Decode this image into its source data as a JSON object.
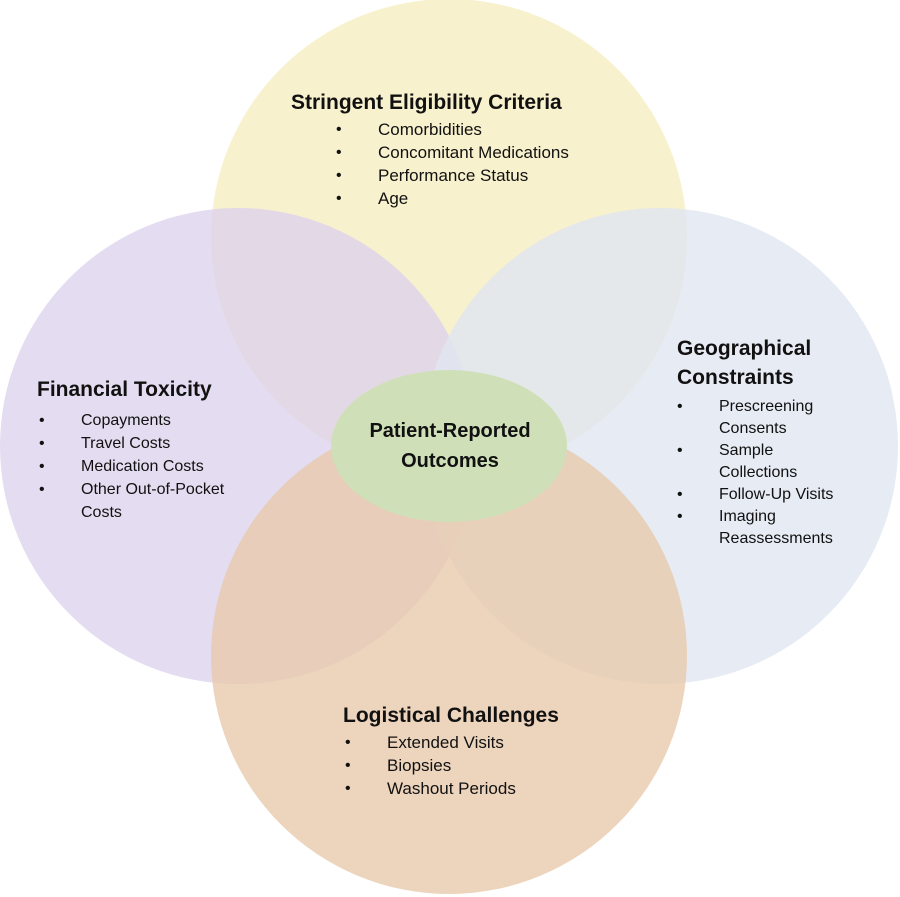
{
  "colors": {
    "top_circle": "#f7eec4",
    "left_circle": "#ddd3ec",
    "right_circle": "#e0e6f1",
    "bottom_circle": "#e8c9aa",
    "center_oval": "#cfe0b8"
  },
  "top": {
    "title": "Stringent Eligibility Criteria",
    "items": [
      "Comorbidities",
      "Concomitant Medications",
      "Performance Status",
      "Age"
    ]
  },
  "left": {
    "title": "Financial Toxicity",
    "items": [
      "Copayments",
      "Travel Costs",
      "Medication Costs",
      "Other Out-of-Pocket Costs"
    ]
  },
  "right": {
    "title_line1": "Geographical",
    "title_line2": "Constraints",
    "items": [
      "Prescreening Consents",
      "Sample Collections",
      "Follow-Up Visits",
      "Imaging Reassessments"
    ]
  },
  "bottom": {
    "title": "Logistical Challenges",
    "items": [
      "Extended Visits",
      "Biopsies",
      "Washout Periods"
    ]
  },
  "center": {
    "line1": "Patient-Reported",
    "line2": "Outcomes"
  }
}
